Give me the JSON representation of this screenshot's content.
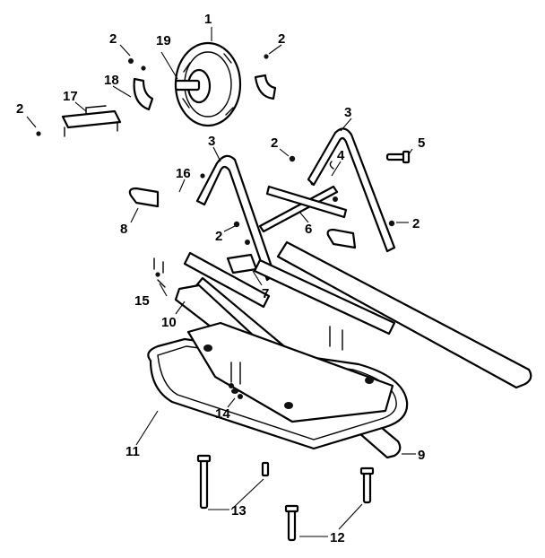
{
  "callouts": {
    "c1": "1",
    "c2a": "2",
    "c2b": "2",
    "c2c": "2",
    "c2d": "2",
    "c2e": "2",
    "c2f": "2",
    "c3a": "3",
    "c3b": "3",
    "c4": "4",
    "c5": "5",
    "c6": "6",
    "c7": "7",
    "c8": "8",
    "c9": "9",
    "c10": "10",
    "c11": "11",
    "c12": "12",
    "c13": "13",
    "c14": "14",
    "c15": "15",
    "c16": "16",
    "c17": "17",
    "c18": "18",
    "c19": "19"
  }
}
